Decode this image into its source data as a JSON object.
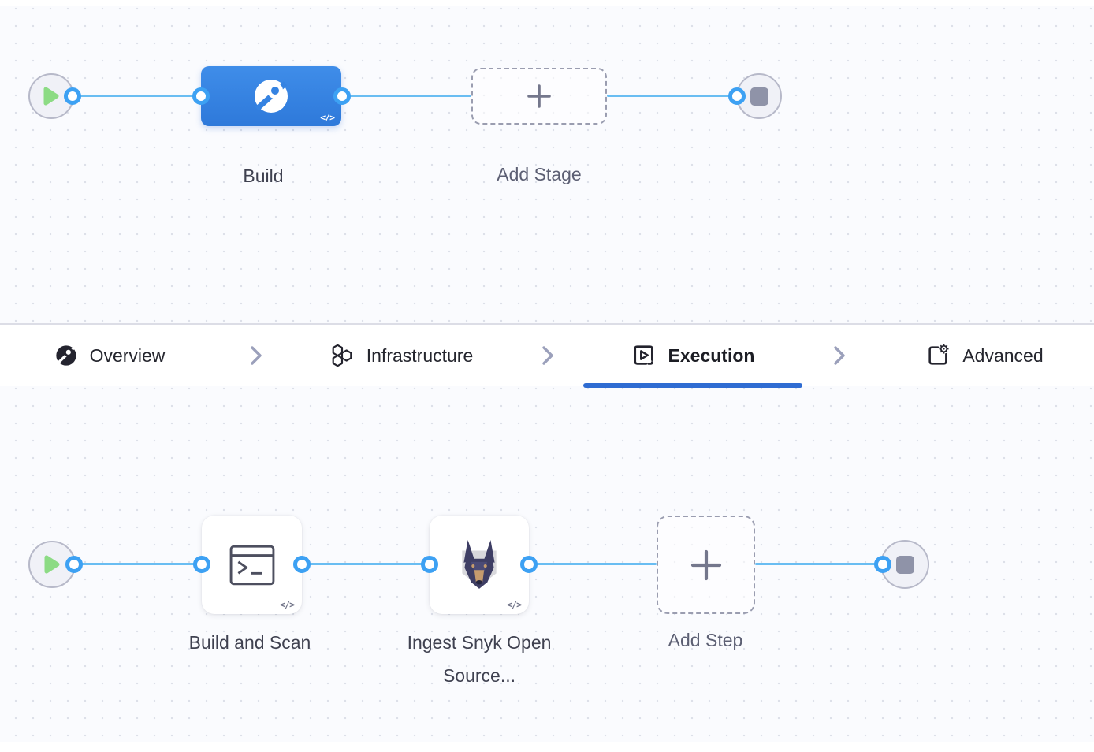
{
  "stage_pipeline": {
    "stage_build": {
      "label": "Build",
      "code_badge": "</>"
    },
    "add_stage_label": "Add Stage"
  },
  "tab_bar": {
    "items": [
      {
        "label": "Overview",
        "icon": "ci-build-icon",
        "active": false
      },
      {
        "label": "Infrastructure",
        "icon": "hexagons-icon",
        "active": false
      },
      {
        "label": "Execution",
        "icon": "play-box-icon",
        "active": true
      },
      {
        "label": "Advanced",
        "icon": "file-gear-icon",
        "active": false
      }
    ]
  },
  "step_pipeline": {
    "step_build_scan": {
      "label": "Build and Scan",
      "icon": "terminal-icon",
      "code_badge": "</>"
    },
    "step_snyk": {
      "label": "Ingest Snyk Open Source...",
      "icon": "snyk-doberman-logo",
      "code_badge": "</>"
    },
    "add_step_label": "Add Step"
  },
  "colors": {
    "canvas_bg": "#fafbfe",
    "dot_grid": "#dde0e9",
    "edge_line": "#69bdf2",
    "connector_ring": "#3da1f3",
    "stage_blue": "#3583e2",
    "active_tab_underline": "#2f6cd2",
    "play_green": "#8cdb84",
    "stop_gray": "#8f93a8"
  }
}
